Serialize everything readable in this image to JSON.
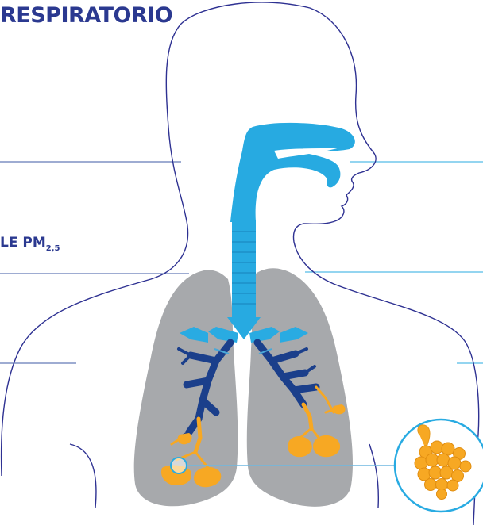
{
  "title": "RESPIRATORIO",
  "pm_label": {
    "prefix": "LE PM",
    "subscript": "2,5"
  },
  "colors": {
    "title": "#2b3990",
    "outline": "#2e3192",
    "upper_airway": "#27aae1",
    "bronchi": "#1b3f8b",
    "bronchi_light": "#29abe2",
    "lungs": "#a7a9ac",
    "alveoli": "#f7a823",
    "connector": "#6fb7e0"
  },
  "icons": [
    "alveoli-magnified-icon",
    "alveolus-highlight-icon"
  ]
}
